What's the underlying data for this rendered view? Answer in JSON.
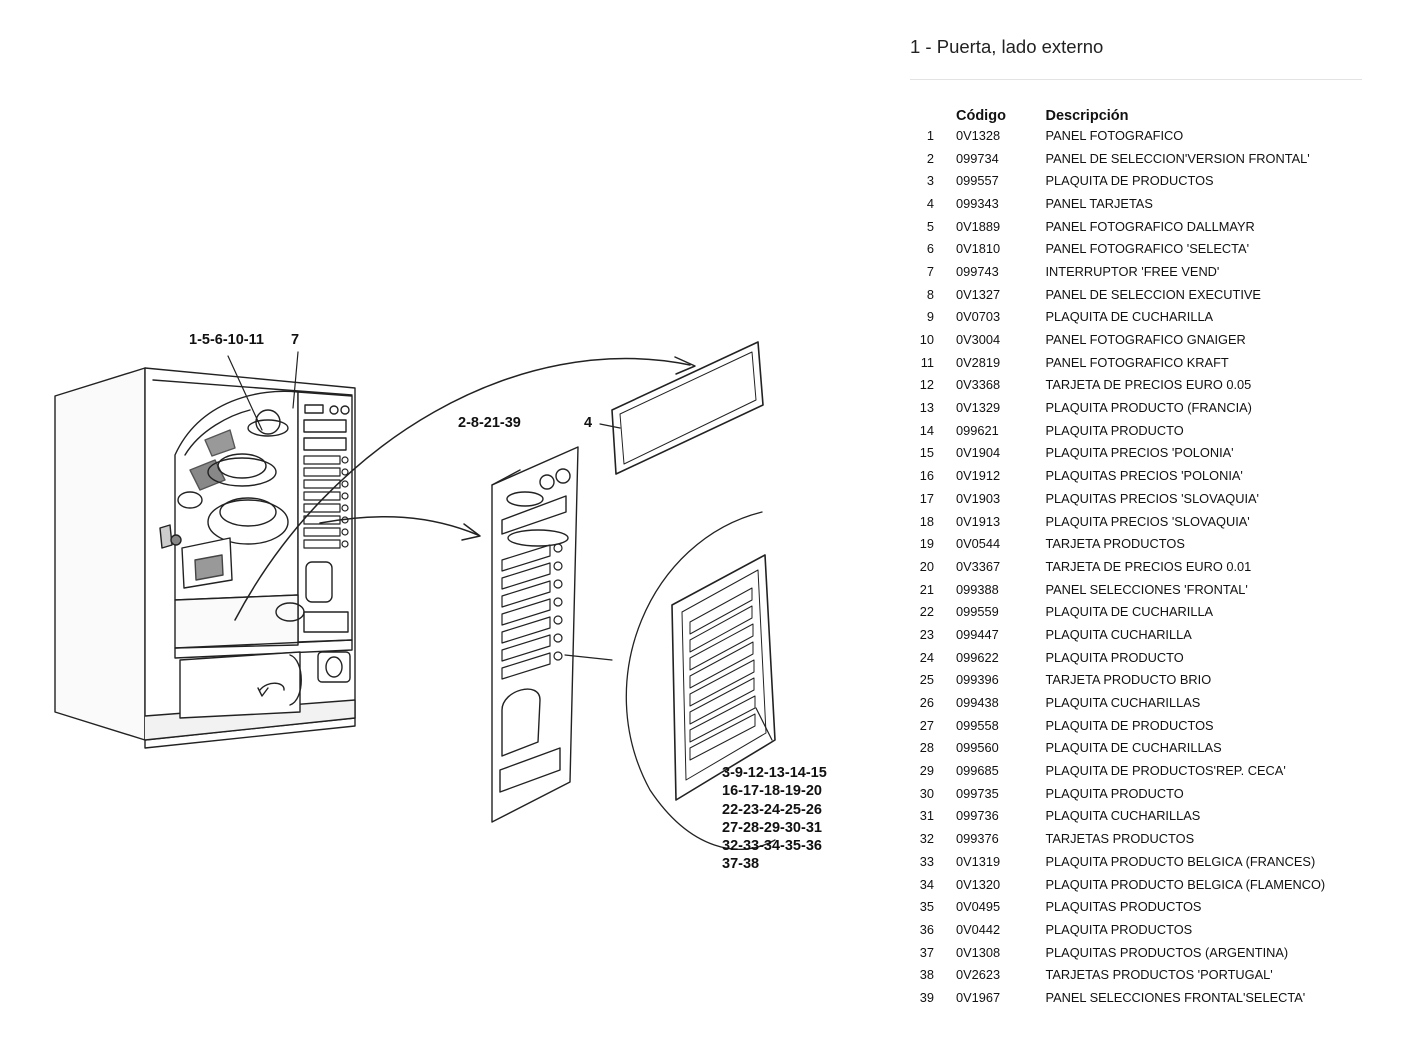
{
  "title": "1 - Puerta, lado externo",
  "table": {
    "headers": {
      "number": "",
      "code": "Código",
      "description": "Descripción"
    },
    "rows": [
      {
        "n": "1",
        "code": "0V1328",
        "desc": "PANEL FOTOGRAFICO"
      },
      {
        "n": "2",
        "code": "099734",
        "desc": "PANEL DE SELECCION'VERSION FRONTAL'"
      },
      {
        "n": "3",
        "code": "099557",
        "desc": "PLAQUITA DE PRODUCTOS"
      },
      {
        "n": "4",
        "code": "099343",
        "desc": "PANEL TARJETAS"
      },
      {
        "n": "5",
        "code": "0V1889",
        "desc": "PANEL FOTOGRAFICO DALLMAYR"
      },
      {
        "n": "6",
        "code": "0V1810",
        "desc": "PANEL FOTOGRAFICO 'SELECTA'"
      },
      {
        "n": "7",
        "code": "099743",
        "desc": "INTERRUPTOR 'FREE VEND'"
      },
      {
        "n": "8",
        "code": "0V1327",
        "desc": "PANEL DE SELECCION EXECUTIVE"
      },
      {
        "n": "9",
        "code": "0V0703",
        "desc": "PLAQUITA DE CUCHARILLA"
      },
      {
        "n": "10",
        "code": "0V3004",
        "desc": "PANEL FOTOGRAFICO GNAIGER"
      },
      {
        "n": "11",
        "code": "0V2819",
        "desc": "PANEL FOTOGRAFICO KRAFT"
      },
      {
        "n": "12",
        "code": "0V3368",
        "desc": "TARJETA DE PRECIOS EURO 0.05"
      },
      {
        "n": "13",
        "code": "0V1329",
        "desc": "PLAQUITA PRODUCTO (FRANCIA)"
      },
      {
        "n": "14",
        "code": "099621",
        "desc": "PLAQUITA PRODUCTO"
      },
      {
        "n": "15",
        "code": "0V1904",
        "desc": "PLAQUITA PRECIOS 'POLONIA'"
      },
      {
        "n": "16",
        "code": "0V1912",
        "desc": "PLAQUITAS PRECIOS 'POLONIA'"
      },
      {
        "n": "17",
        "code": "0V1903",
        "desc": "PLAQUITAS PRECIOS 'SLOVAQUIA'"
      },
      {
        "n": "18",
        "code": "0V1913",
        "desc": "PLAQUITA PRECIOS 'SLOVAQUIA'"
      },
      {
        "n": "19",
        "code": "0V0544",
        "desc": "TARJETA PRODUCTOS"
      },
      {
        "n": "20",
        "code": "0V3367",
        "desc": "TARJETA DE PRECIOS EURO 0.01"
      },
      {
        "n": "21",
        "code": "099388",
        "desc": "PANEL SELECCIONES 'FRONTAL'"
      },
      {
        "n": "22",
        "code": "099559",
        "desc": "PLAQUITA DE CUCHARILLA"
      },
      {
        "n": "23",
        "code": "099447",
        "desc": "PLAQUITA CUCHARILLA"
      },
      {
        "n": "24",
        "code": "099622",
        "desc": "PLAQUITA PRODUCTO"
      },
      {
        "n": "25",
        "code": "099396",
        "desc": "TARJETA PRODUCTO BRIO"
      },
      {
        "n": "26",
        "code": "099438",
        "desc": "PLAQUITA CUCHARILLAS"
      },
      {
        "n": "27",
        "code": "099558",
        "desc": "PLAQUITA DE PRODUCTOS"
      },
      {
        "n": "28",
        "code": "099560",
        "desc": "PLAQUITA DE CUCHARILLAS"
      },
      {
        "n": "29",
        "code": "099685",
        "desc": "PLAQUITA DE PRODUCTOS'REP. CECA'"
      },
      {
        "n": "30",
        "code": "099735",
        "desc": "PLAQUITA PRODUCTO"
      },
      {
        "n": "31",
        "code": "099736",
        "desc": "PLAQUITA CUCHARILLAS"
      },
      {
        "n": "32",
        "code": "099376",
        "desc": "TARJETAS PRODUCTOS"
      },
      {
        "n": "33",
        "code": "0V1319",
        "desc": "PLAQUITA PRODUCTO BELGICA (FRANCES)"
      },
      {
        "n": "34",
        "code": "0V1320",
        "desc": "PLAQUITA PRODUCTO BELGICA (FLAMENCO)"
      },
      {
        "n": "35",
        "code": "0V0495",
        "desc": "PLAQUITAS PRODUCTOS"
      },
      {
        "n": "36",
        "code": "0V0442",
        "desc": "PLAQUITA PRODUCTOS"
      },
      {
        "n": "37",
        "code": "0V1308",
        "desc": "PLAQUITAS PRODUCTOS (ARGENTINA)"
      },
      {
        "n": "38",
        "code": "0V2623",
        "desc": "TARJETAS PRODUCTOS 'PORTUGAL'"
      },
      {
        "n": "39",
        "code": "0V1967",
        "desc": "PANEL SELECCIONES FRONTAL'SELECTA'"
      }
    ]
  },
  "diagram": {
    "callouts": {
      "machine_main": "1-5-6-10-11",
      "machine_switch": "7",
      "selection_panel": "2-8-21-39",
      "card_panel": "4",
      "plaques": [
        "3-9-12-13-14-15",
        "16-17-18-19-20",
        "22-23-24-25-26",
        "27-28-29-30-31",
        "32-33-34-35-36",
        "37-38"
      ]
    }
  }
}
